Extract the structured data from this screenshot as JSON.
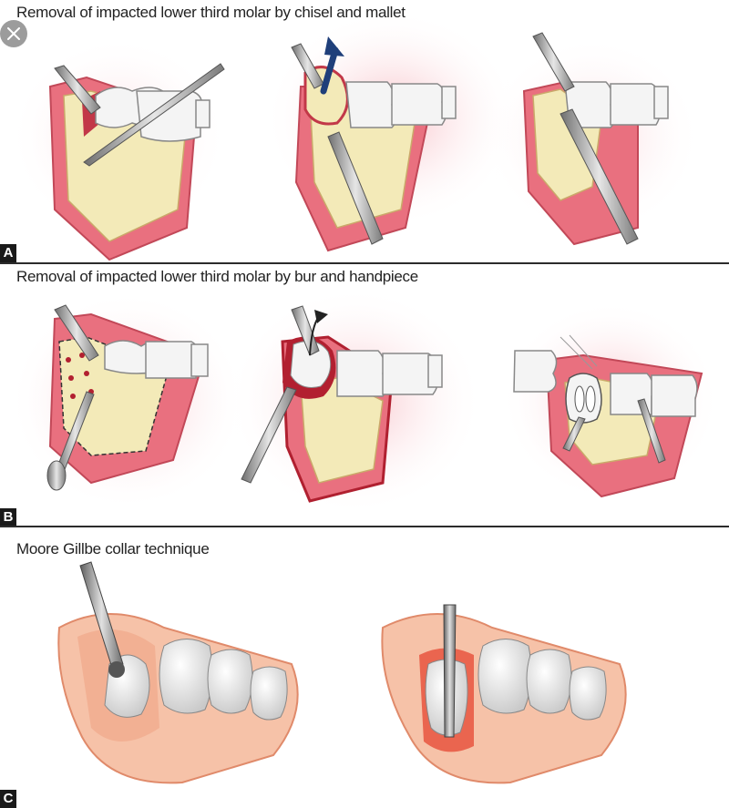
{
  "panels": [
    {
      "letter": "A",
      "title": "Removal of impacted lower third molar by chisel and mallet"
    },
    {
      "letter": "B",
      "title": "Removal of impacted lower third molar by bur and handpiece"
    },
    {
      "letter": "C",
      "title": "Moore Gillbe collar technique"
    }
  ],
  "icons": {
    "close": "close-icon"
  },
  "colors": {
    "gum": "#e8707c",
    "bone": "#f3eab8",
    "tooth": "#f4f4f4",
    "instrument": "#9a9a9a",
    "arrow": "#1f3f7a",
    "divider": "#2b2b2b"
  }
}
